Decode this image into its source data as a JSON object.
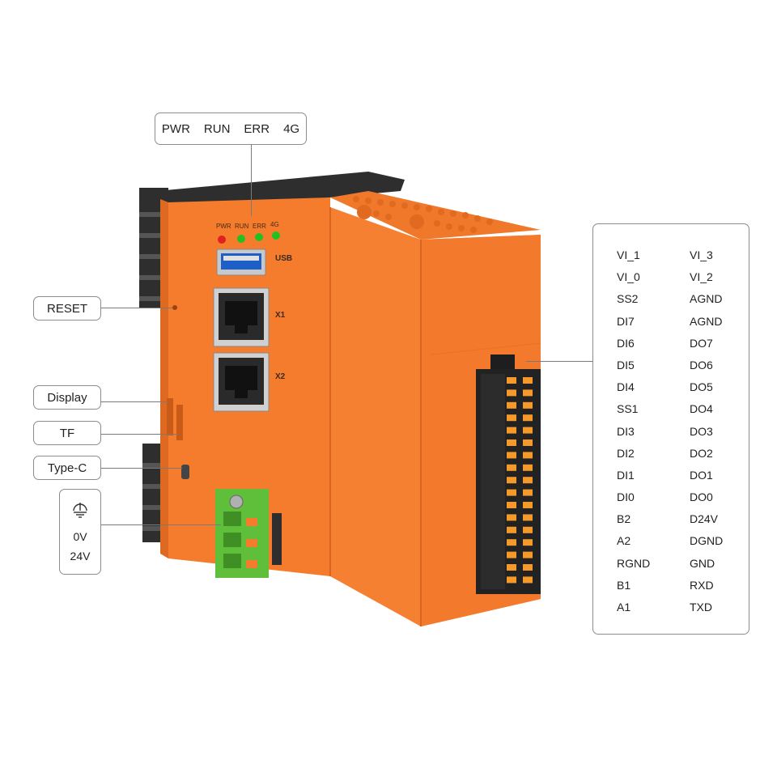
{
  "callouts": {
    "leds": [
      "PWR",
      "RUN",
      "ERR",
      "4G"
    ],
    "reset": "RESET",
    "display": "Display",
    "tf": "TF",
    "type_c": "Type-C",
    "power": {
      "ground_icon": "ground-icon",
      "zero_v": "0V",
      "twenty_four_v": "24V"
    }
  },
  "device": {
    "led_labels": [
      "PWR",
      "RUN",
      "ERR",
      "4G"
    ],
    "led_colors": [
      "#e02020",
      "#22c022",
      "#22c022",
      "#22c022"
    ],
    "usb_label": "USB",
    "x1_label": "X1",
    "x2_label": "X2",
    "body_color": "#f47c2c",
    "heatsink_color": "#2e2e2e",
    "terminal_color": "#5fbf3a"
  },
  "pinout": {
    "left": [
      "VI_1",
      "VI_0",
      "SS2",
      "DI7",
      "DI6",
      "DI5",
      "DI4",
      "SS1",
      "DI3",
      "DI2",
      "DI1",
      "DI0",
      "B2",
      "A2",
      "RGND",
      "B1",
      "A1"
    ],
    "right": [
      "VI_3",
      "VI_2",
      "AGND",
      "AGND",
      "DO7",
      "DO6",
      "DO5",
      "DO4",
      "DO3",
      "DO2",
      "DO1",
      "DO0",
      "D24V",
      "DGND",
      "GND",
      "RXD",
      "TXD"
    ]
  }
}
